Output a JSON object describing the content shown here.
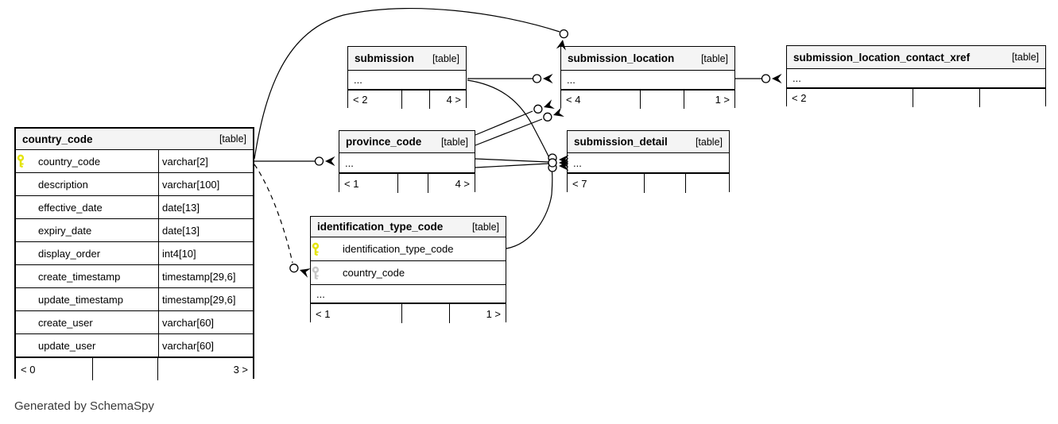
{
  "page": {
    "note": "Generated by SchemaSpy"
  },
  "colors": {
    "background": "#ffffff",
    "header_bg": "#f4f4f4",
    "border": "#000000",
    "edge": "#000000",
    "primary_key": "#e4e40b",
    "foreign_key": "#c8c8c8"
  },
  "tables": [
    {
      "id": "country_code",
      "title": "country_code",
      "badge": "[table]",
      "emphasized": true,
      "rows": [
        {
          "kind": "column",
          "name": "country_code",
          "type": "varchar[2]",
          "key": "primary"
        },
        {
          "kind": "column",
          "name": "description",
          "type": "varchar[100]"
        },
        {
          "kind": "column",
          "name": "effective_date",
          "type": "date[13]"
        },
        {
          "kind": "column",
          "name": "expiry_date",
          "type": "date[13]"
        },
        {
          "kind": "column",
          "name": "display_order",
          "type": "int4[10]"
        },
        {
          "kind": "column",
          "name": "create_timestamp",
          "type": "timestamp[29,6]"
        },
        {
          "kind": "column",
          "name": "update_timestamp",
          "type": "timestamp[29,6]"
        },
        {
          "kind": "column",
          "name": "create_user",
          "type": "varchar[60]"
        },
        {
          "kind": "column",
          "name": "update_user",
          "type": "varchar[60]"
        }
      ],
      "footer": {
        "left": "< 0",
        "middle": "",
        "right": "3 >"
      }
    },
    {
      "id": "submission",
      "title": "submission",
      "badge": "[table]",
      "emphasized": false,
      "rows": [
        {
          "kind": "ellipsis",
          "label": "..."
        }
      ],
      "footer": {
        "left": "< 2",
        "middle": "",
        "right": "4 >"
      }
    },
    {
      "id": "submission_location",
      "title": "submission_location",
      "badge": "[table]",
      "emphasized": false,
      "rows": [
        {
          "kind": "ellipsis",
          "label": "..."
        }
      ],
      "footer": {
        "left": "< 4",
        "middle": "",
        "right": "1 >"
      }
    },
    {
      "id": "submission_location_contact_xref",
      "title": "submission_location_contact_xref",
      "badge": "[table]",
      "emphasized": false,
      "rows": [
        {
          "kind": "ellipsis",
          "label": "..."
        }
      ],
      "footer": {
        "left": "< 2",
        "middle": "",
        "right": ""
      }
    },
    {
      "id": "province_code",
      "title": "province_code",
      "badge": "[table]",
      "emphasized": false,
      "rows": [
        {
          "kind": "ellipsis",
          "label": "..."
        }
      ],
      "footer": {
        "left": "< 1",
        "middle": "",
        "right": "4 >"
      }
    },
    {
      "id": "submission_detail",
      "title": "submission_detail",
      "badge": "[table]",
      "emphasized": false,
      "rows": [
        {
          "kind": "ellipsis",
          "label": "..."
        }
      ],
      "footer": {
        "left": "< 7",
        "middle": "",
        "right": ""
      }
    },
    {
      "id": "identification_type_code",
      "title": "identification_type_code",
      "badge": "[table]",
      "emphasized": false,
      "rows": [
        {
          "kind": "column",
          "name": "identification_type_code",
          "key": "primary"
        },
        {
          "kind": "column",
          "name": "country_code",
          "key": "foreign"
        },
        {
          "kind": "ellipsis",
          "label": "..."
        }
      ],
      "footer": {
        "left": "< 1",
        "middle": "",
        "right": "1 >"
      }
    }
  ],
  "relationships": [
    {
      "from": "country_code",
      "to": "province_code",
      "style": "solid"
    },
    {
      "from": "country_code",
      "to": "submission_location",
      "style": "solid"
    },
    {
      "from": "country_code",
      "to": "identification_type_code",
      "style": "dashed"
    },
    {
      "from": "submission",
      "to": "submission_location",
      "style": "solid"
    },
    {
      "from": "submission",
      "to": "submission_detail",
      "style": "solid"
    },
    {
      "from": "province_code",
      "to": "submission_location",
      "style": "solid"
    },
    {
      "from": "province_code",
      "to": "submission_location",
      "style": "solid"
    },
    {
      "from": "province_code",
      "to": "submission_detail",
      "style": "solid"
    },
    {
      "from": "province_code",
      "to": "submission_detail",
      "style": "solid"
    },
    {
      "from": "identification_type_code",
      "to": "submission_detail",
      "style": "solid"
    },
    {
      "from": "submission_location",
      "to": "submission_location_contact_xref",
      "style": "solid"
    }
  ]
}
